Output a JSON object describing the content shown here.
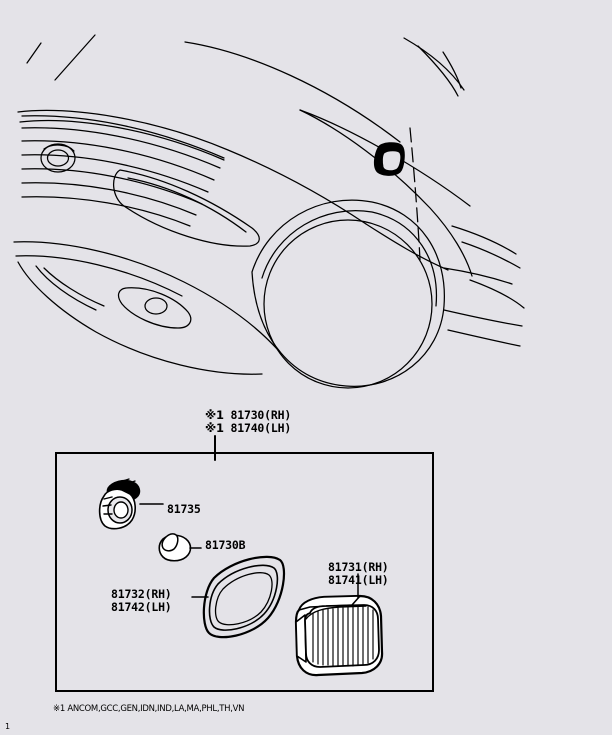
{
  "document": {
    "type": "parts-catalog-diagram",
    "page_number": "1",
    "background_color": "#e4e3e8",
    "line_color": "#000000"
  },
  "vehicle": {
    "view_name": "front-three-quarter-left",
    "description": "Line drawing of SUV front left corner showing grille, headlamp, bumper, front wheel arch and fender",
    "callout": {
      "name": "side-marker-lamp-location",
      "filled": true
    }
  },
  "assembly_label": {
    "line1_mark": "※1",
    "line1": "81730(RH)",
    "line2_mark": "※1",
    "line2": "81740(LH)"
  },
  "parts": [
    {
      "id": "socket",
      "label": "81735",
      "icon": "lamp-socket-icon"
    },
    {
      "id": "bulb",
      "label": "81730B",
      "icon": "bulb-icon"
    },
    {
      "id": "gasket",
      "label_line1": "81732(RH)",
      "label_line2": "81742(LH)",
      "icon": "gasket-ring-icon"
    },
    {
      "id": "lamp-assembly",
      "label_line1": "81731(RH)",
      "label_line2": "81741(LH)",
      "icon": "side-marker-lamp-icon"
    }
  ],
  "footnote": {
    "mark": "※1",
    "text": "ANCOM,GCC,GEN,IDN,IND,LA,MA,PHL,TH,VN",
    "full": "※1 ANCOM,GCC,GEN,IDN,IND,LA,MA,PHL,TH,VN"
  }
}
